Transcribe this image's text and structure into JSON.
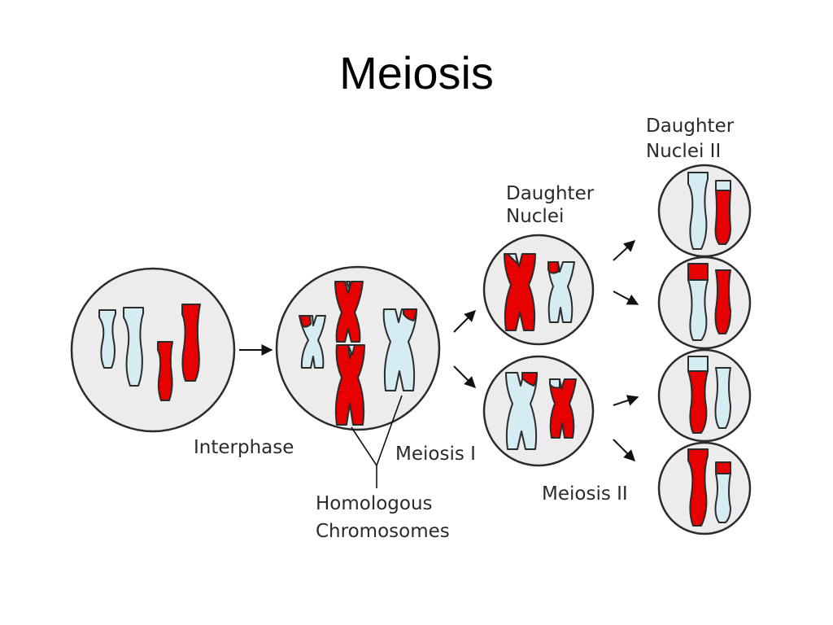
{
  "slide": {
    "title": "Meiosis"
  },
  "diagram": {
    "labels": {
      "interphase": "Interphase",
      "meiosis_1": "Meiosis I",
      "meiosis_2": "Meiosis II",
      "daughter_nuclei": [
        "Daughter",
        "Nuclei"
      ],
      "daughter_nuclei_2": [
        "Daughter",
        "Nuclei II"
      ],
      "homologous": [
        "Homologous",
        "Chromosomes"
      ]
    },
    "colors": {
      "maternal": "#e60000",
      "paternal": "#d6ecf3",
      "nucleus": "#ececec",
      "outline": "#2b2b2b"
    }
  }
}
